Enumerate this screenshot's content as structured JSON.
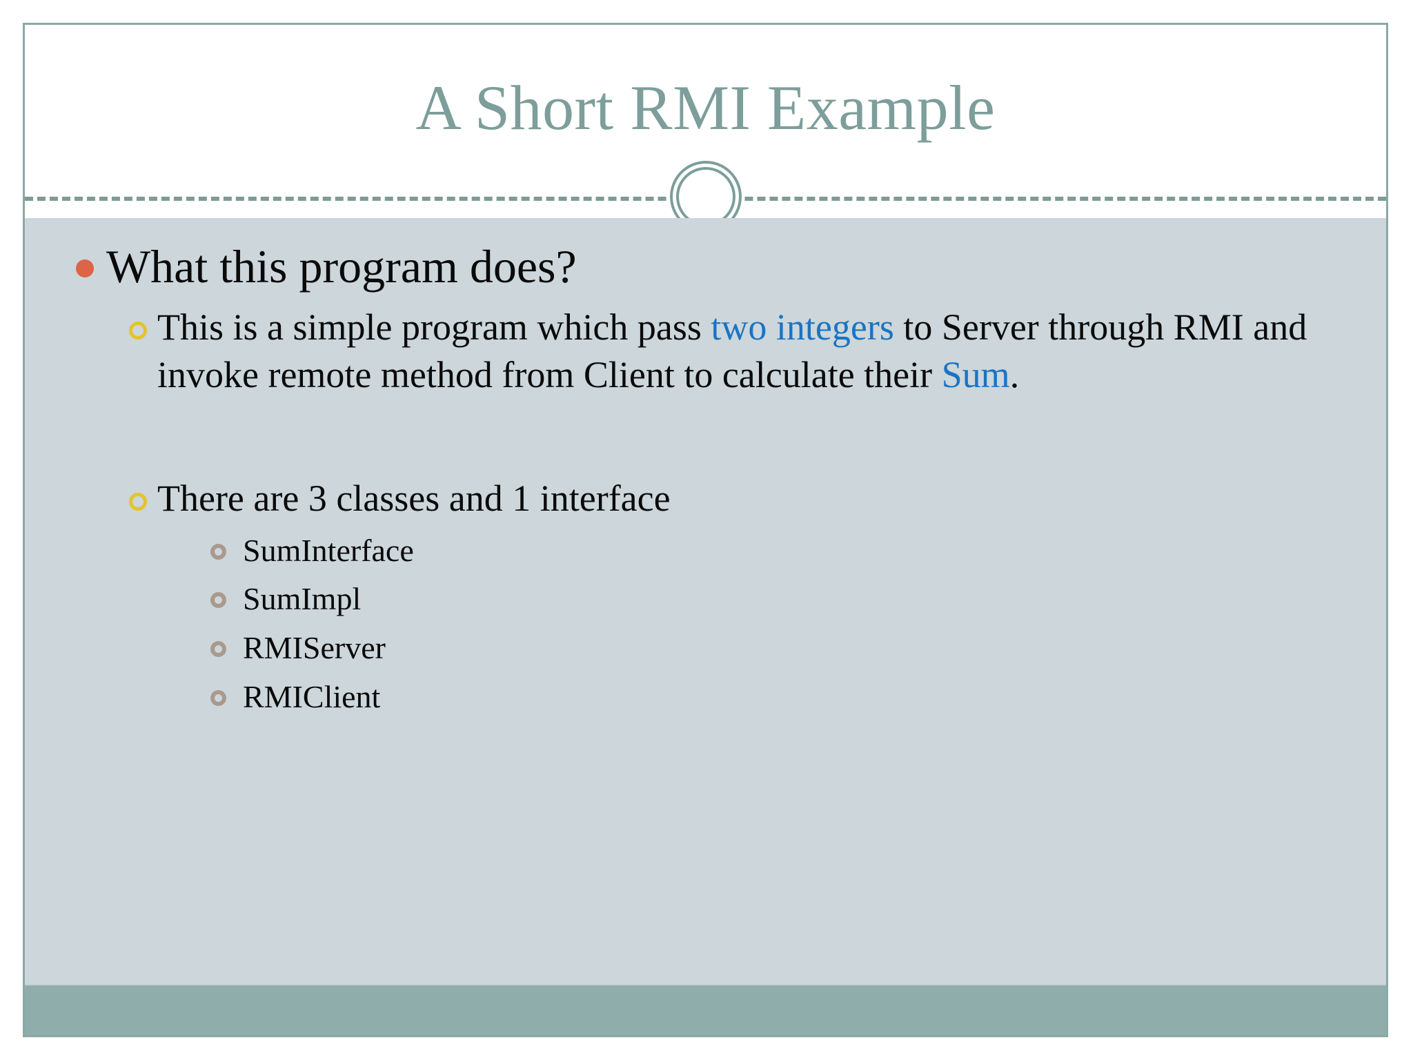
{
  "slide": {
    "title": "A Short RMI Example",
    "colors": {
      "title_text": "#7d9e9a",
      "frame_border": "#8aa8a4",
      "body_background": "#ccd6db",
      "footer_bar": "#8fadaa",
      "divider_dashes": "#7e9b97",
      "bullet_level1": "#dd6447",
      "bullet_level2": "#e4c42b",
      "bullet_level3": "#a99a8d",
      "accent_blue": "#1a74c2",
      "body_text": "#0a0a0a"
    },
    "content": {
      "heading": "What this program does?",
      "paragraph": {
        "part1": "This is a simple program which pass ",
        "highlight1": "two integers",
        "part2": " to Server through RMI and invoke remote method from Client to calculate their ",
        "highlight2": "Sum",
        "part3": "."
      },
      "classes_heading": "There are 3 classes and 1 interface",
      "class_items": [
        "SumInterface",
        "SumImpl",
        "RMIServer",
        "RMIClient"
      ]
    }
  }
}
